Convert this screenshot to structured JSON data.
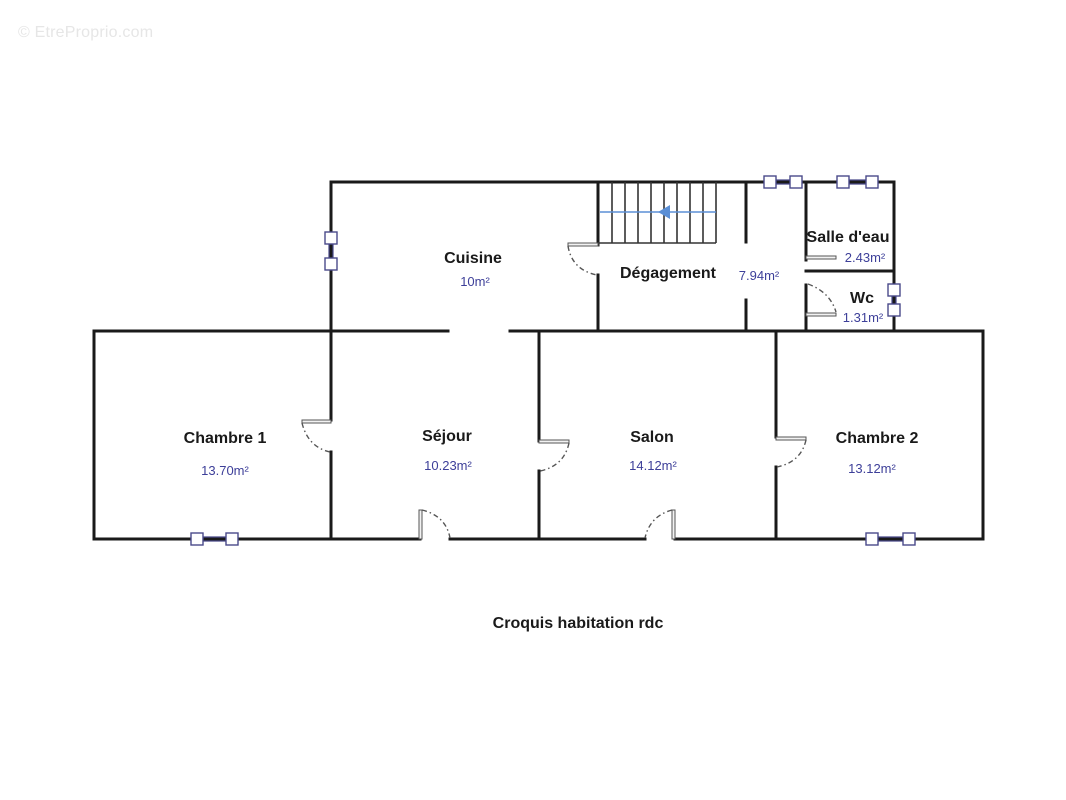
{
  "watermark": "© EtreProprio.com",
  "caption": "Croquis habitation rdc",
  "colors": {
    "wall": "#1a1a1a",
    "area_text": "#3d3f99",
    "window": "#4a4a8a",
    "stair_arrow": "#5b8fd6"
  },
  "rooms": [
    {
      "name": "Cuisine",
      "area": "10m²"
    },
    {
      "name": "Dégagement",
      "area": "7.94m²"
    },
    {
      "name": "Salle d'eau",
      "area": "2.43m²"
    },
    {
      "name": "Wc",
      "area": "1.31m²"
    },
    {
      "name": "Chambre 1",
      "area": "13.70m²"
    },
    {
      "name": "Séjour",
      "area": "10.23m²"
    },
    {
      "name": "Salon",
      "area": "14.12m²"
    },
    {
      "name": "Chambre 2",
      "area": "13.12m²"
    }
  ]
}
